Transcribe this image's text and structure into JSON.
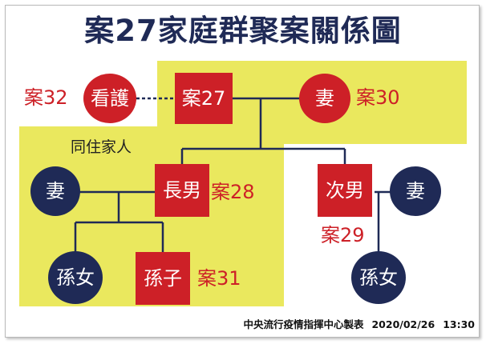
{
  "title": "案27家庭群聚案關係圖",
  "colors": {
    "navy": "#1f2a56",
    "red": "#cd2027",
    "yellow": "#eae85e"
  },
  "household_label": "同住家人",
  "nodes": {
    "index_case": "案27",
    "caregiver": "看護",
    "wife_top": "妻",
    "elder_son": "長男",
    "elder_son_wife": "妻",
    "granddaughter_left": "孫女",
    "grandson": "孫子",
    "second_son": "次男",
    "second_son_wife": "妻",
    "granddaughter_right": "孫女"
  },
  "case_labels": {
    "caregiver": "案32",
    "wife_top": "案30",
    "elder_son": "案28",
    "grandson": "案31",
    "second_son": "案29"
  },
  "footer": {
    "source": "中央流行疫情指揮中心製表",
    "date": "2020/02/26",
    "time": "13:30"
  }
}
